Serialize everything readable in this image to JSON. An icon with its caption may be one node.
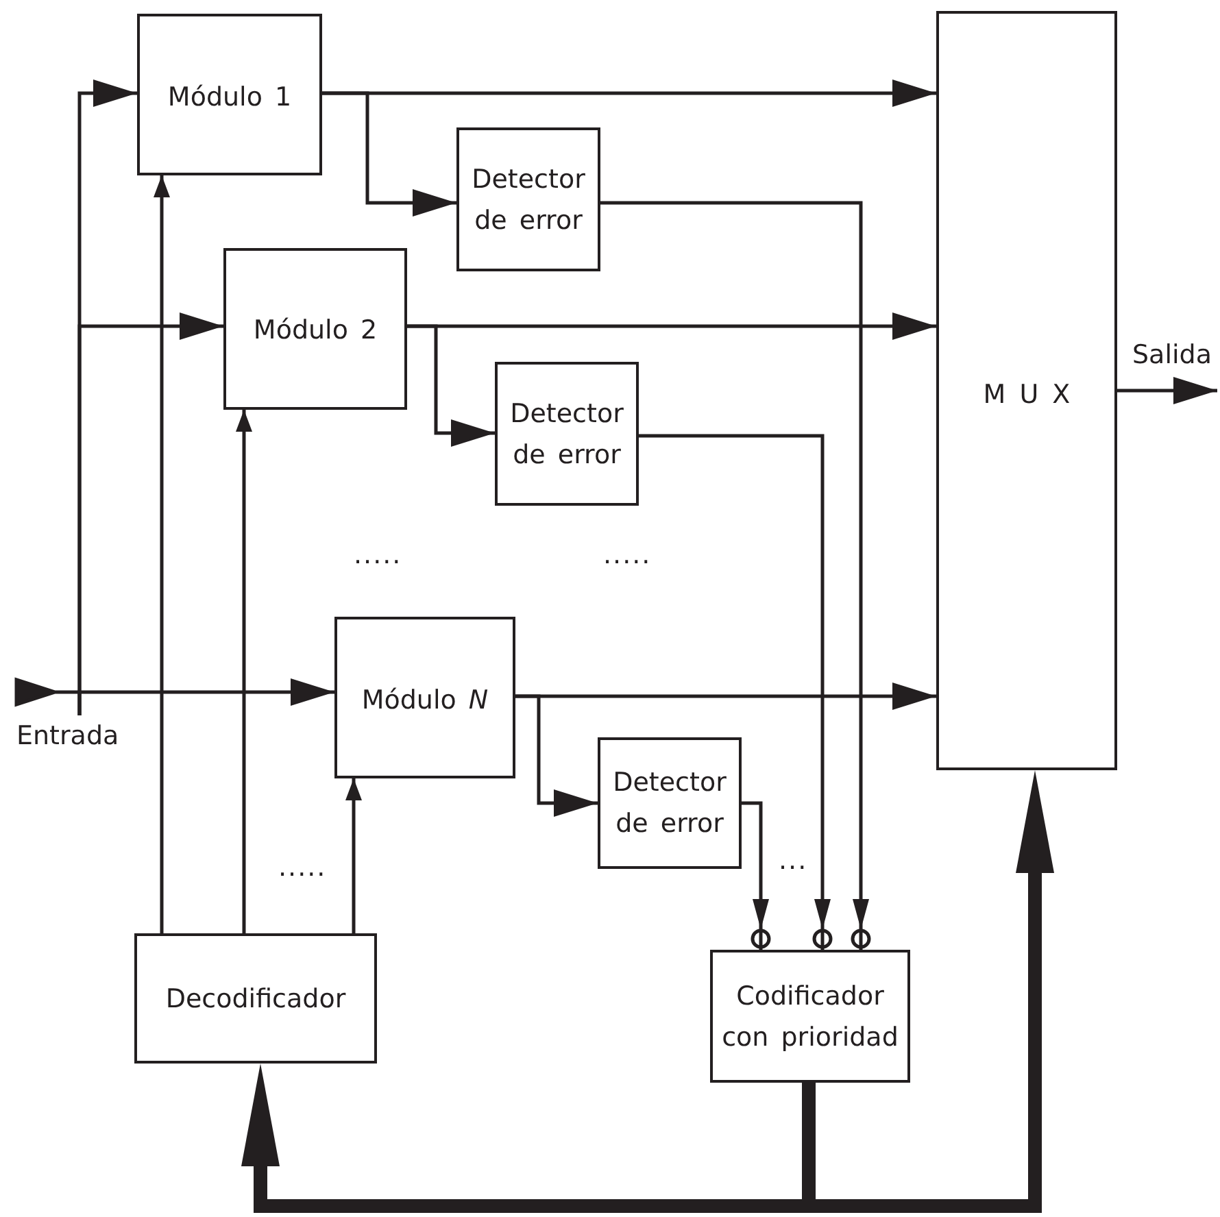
{
  "diagram": {
    "nodes": [
      {
        "text": [
          "Módulo 1"
        ]
      },
      {
        "text": [
          "Detector de error"
        ]
      },
      {
        "text": [
          "Módulo 2"
        ]
      },
      {
        "text": [
          "Detector de error"
        ]
      },
      {
        "text": [
          "Módulo *N*"
        ]
      },
      {
        "text": [
          "Detector de error"
        ]
      },
      {
        "text": [
          "M U X"
        ]
      },
      {
        "text": [
          "Decodificador"
        ]
      },
      {
        "text": [
          "Codificador con prioridad"
        ]
      },
      {
        "text": [
          "Entrada"
        ]
      }
    ],
    "edges": [
      {
        "from": 9,
        "to": 0,
        "arrow": "to"
      },
      {
        "from": 9,
        "to": 2,
        "arrow": "to"
      },
      {
        "from": 9,
        "to": 4,
        "arrow": "to"
      },
      {
        "from": 0,
        "to": 6,
        "arrow": "to"
      },
      {
        "from": 0,
        "to": 1,
        "arrow": "to"
      },
      {
        "from": 2,
        "to": 6,
        "arrow": "to"
      },
      {
        "from": 2,
        "to": 3,
        "arrow": "to"
      },
      {
        "from": 4,
        "to": 6,
        "arrow": "to"
      },
      {
        "from": 4,
        "to": 5,
        "arrow": "to"
      },
      {
        "from": 1,
        "to": 8,
        "arrow": "to"
      },
      {
        "from": 3,
        "to": 8,
        "arrow": "to"
      },
      {
        "from": 5,
        "to": 8,
        "arrow": "to"
      },
      {
        "from": 7,
        "to": 0,
        "arrow": "to"
      },
      {
        "from": 7,
        "to": 2,
        "arrow": "to"
      },
      {
        "from": 7,
        "to": 4,
        "arrow": "to"
      },
      {
        "from": 8,
        "to": 7,
        "arrow": "to",
        "style": "thick"
      },
      {
        "from": 8,
        "to": 6,
        "arrow": "to",
        "style": "thick"
      },
      {
        "from": 6,
        "to": null,
        "arrow": "to",
        "label": "Salida"
      }
    ],
    "labels": [
      ".....",
      ".....",
      ".....",
      "..."
    ]
  }
}
